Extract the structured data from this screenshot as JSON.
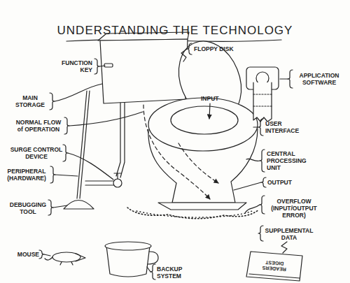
{
  "diagram": {
    "title": "UNDERSTANDING THE TECHNOLOGY",
    "labels": [
      "FUNCTION KEY",
      "FLOPPY DISK",
      "APPLICATION SOFTWARE",
      "MAIN STORAGE",
      "INPUT",
      "NORMAL FLOW of OPERATION",
      "USER INTERFACE",
      "SURGE CONTROL DEVICE",
      "CENTRAL PROCESSING UNIT",
      "PERIPHERAL (HARDWARE)",
      "OUTPUT",
      "DEBUGGING TOOL",
      "OVERFLOW (INPUT/OUTPUT ERROR)",
      "SUPPLEMENTAL DATA",
      "MOUSE",
      "BACKUP SYSTEM",
      "READERS DIGEST"
    ]
  }
}
